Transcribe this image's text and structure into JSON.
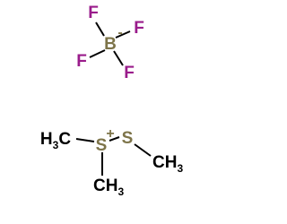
{
  "colors": {
    "fluorine": "#9a1c8b",
    "boron": "#7d7449",
    "sulfur": "#7d7449",
    "carbon": "#000000",
    "bond": "#000000"
  },
  "anion": {
    "center_label": "B",
    "charge": "-",
    "f_top_label": "F",
    "f_right_label": "F",
    "f_left_label": "F",
    "f_bottom_label": "F"
  },
  "cation": {
    "s_charged_label": "S",
    "s_charged_charge": "+",
    "s_neutral_label": "S",
    "methyl_left": {
      "main": "H",
      "sub": "3",
      "tail": "C"
    },
    "methyl_right": {
      "main": "CH",
      "sub": "3"
    },
    "methyl_bottom": {
      "main": "CH",
      "sub": "3"
    }
  }
}
